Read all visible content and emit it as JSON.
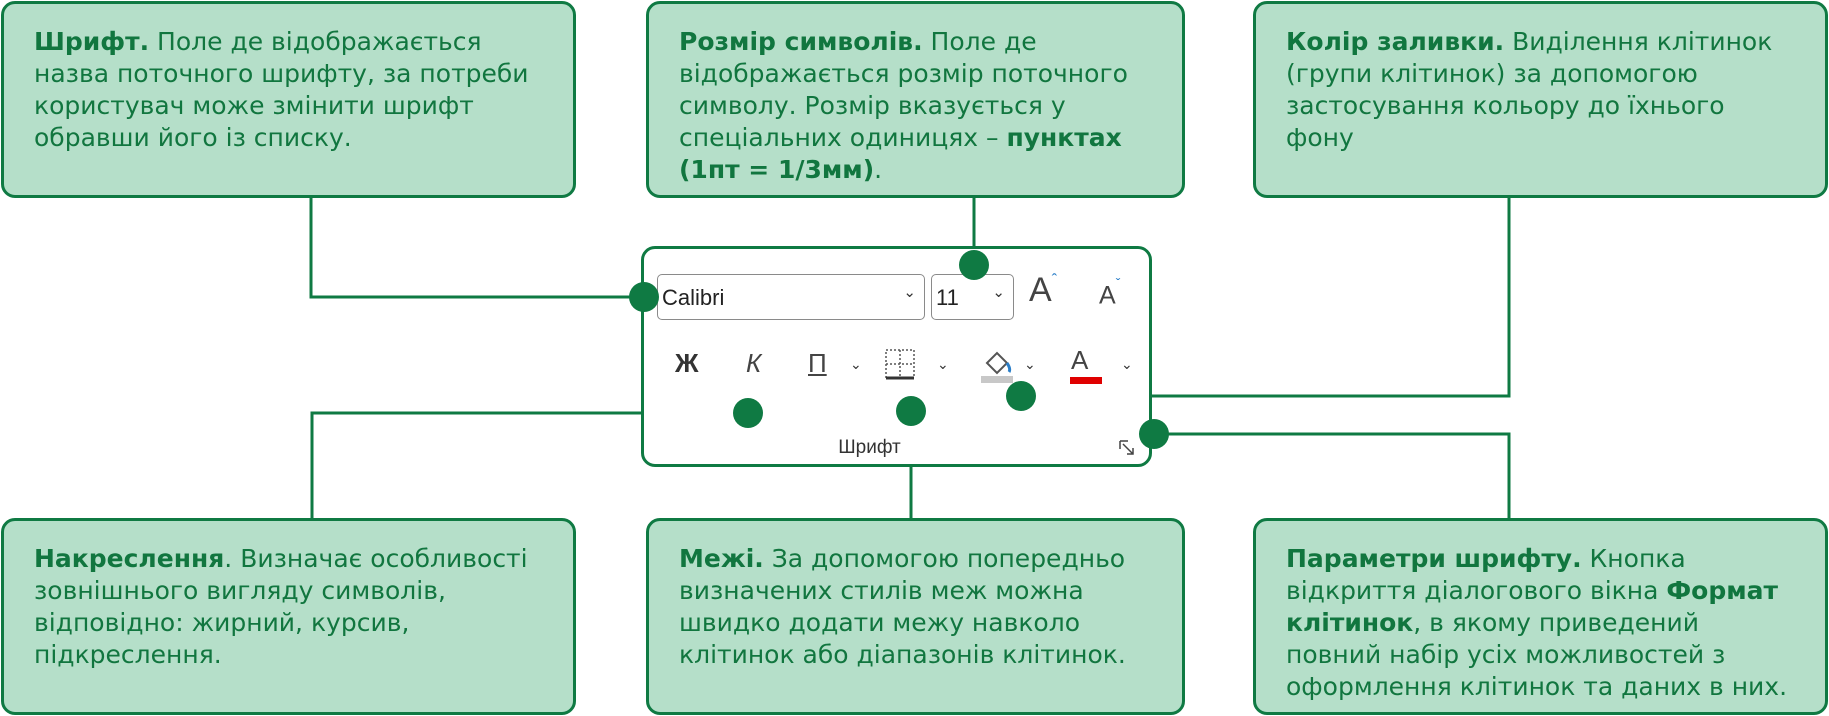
{
  "callouts": {
    "font": {
      "title": "Шрифт.",
      "text": " Поле де відображається назва поточного шрифту, за потреби користувач може змінити шрифт обравши його із списку."
    },
    "size": {
      "title": "Розмір символів.",
      "text": " Поле де відображається розмір поточного символу. Розмір вказується у спеціальних одиницях – ",
      "bold": "пунктах (1пт = 1/3мм)",
      "end": "."
    },
    "fill": {
      "title": "Колір заливки.",
      "text": " Виділення клітинок (групи клітинок) за допомогою застосування кольору до їхнього фону"
    },
    "style": {
      "title": "Накреслення",
      "text": ". Визначає особливості зовнішнього вигляду символів, відповідно: жирний, курсив, підкреслення."
    },
    "border": {
      "title": "Межі.",
      "text": " За допомогою попередньо визначених стилів меж можна швидко додати межу навколо клітинок або діапазонів клітинок."
    },
    "params": {
      "title": "Параметри шрифту.",
      "text": " Кнопка відкриття діалогового вікна ",
      "bold": "Формат клітинок",
      "end": ", в якому приведений повний набір усіх можливостей з оформлення клітинок та даних в них."
    }
  },
  "ribbon": {
    "font_value": "Calibri",
    "size_value": "11",
    "bold_label": "Ж",
    "italic_label": "К",
    "underline_label": "П",
    "font_color_label": "А",
    "group_label": "Шрифт",
    "icons": [
      "chevron-down-icon",
      "increase-font-size-icon",
      "decrease-font-size-icon",
      "borders-icon",
      "fill-color-icon",
      "font-color-icon",
      "dialog-launcher-icon"
    ]
  },
  "colors": {
    "accent": "#0f7a43",
    "callout_fill": "#b5dfc9",
    "font_color_bar": "#e00000",
    "fill_color_bar": "#c8c8c8"
  }
}
